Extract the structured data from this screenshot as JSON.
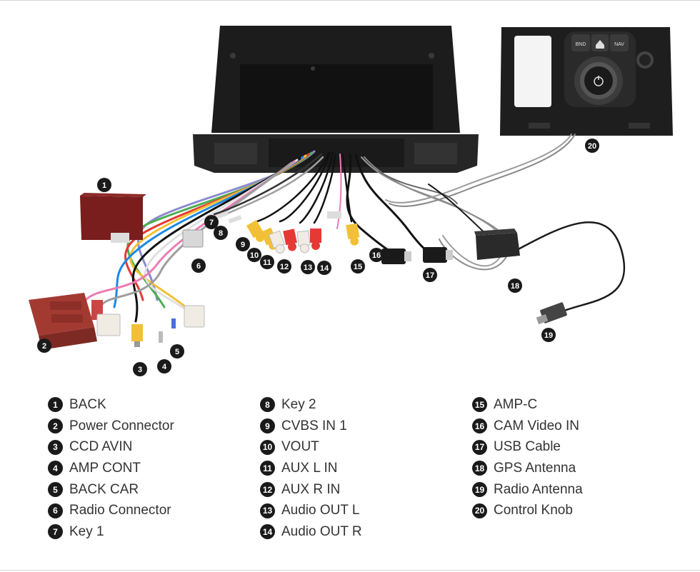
{
  "legend": [
    {
      "num": "1",
      "label": "BACK"
    },
    {
      "num": "2",
      "label": "Power Connector"
    },
    {
      "num": "3",
      "label": "CCD AVIN"
    },
    {
      "num": "4",
      "label": "AMP CONT"
    },
    {
      "num": "5",
      "label": "BACK CAR"
    },
    {
      "num": "6",
      "label": "Radio Connector"
    },
    {
      "num": "7",
      "label": "Key 1"
    },
    {
      "num": "8",
      "label": "Key 2"
    },
    {
      "num": "9",
      "label": "CVBS IN 1"
    },
    {
      "num": "10",
      "label": "VOUT"
    },
    {
      "num": "11",
      "label": "AUX L IN"
    },
    {
      "num": "12",
      "label": "AUX R IN"
    },
    {
      "num": "13",
      "label": "Audio OUT L"
    },
    {
      "num": "14",
      "label": "Audio OUT R"
    },
    {
      "num": "15",
      "label": "AMP-C"
    },
    {
      "num": "16",
      "label": "CAM Video IN"
    },
    {
      "num": "17",
      "label": "USB Cable"
    },
    {
      "num": "18",
      "label": "GPS Antenna"
    },
    {
      "num": "19",
      "label": "Radio Antenna"
    },
    {
      "num": "20",
      "label": "Control Knob"
    }
  ],
  "callouts": [
    "1",
    "2",
    "3",
    "4",
    "5",
    "6",
    "7",
    "8",
    "9",
    "10",
    "11",
    "12",
    "13",
    "14",
    "15",
    "16",
    "17",
    "18",
    "19",
    "20"
  ],
  "knob": {
    "bnd": "BND",
    "nav": "NAV"
  }
}
